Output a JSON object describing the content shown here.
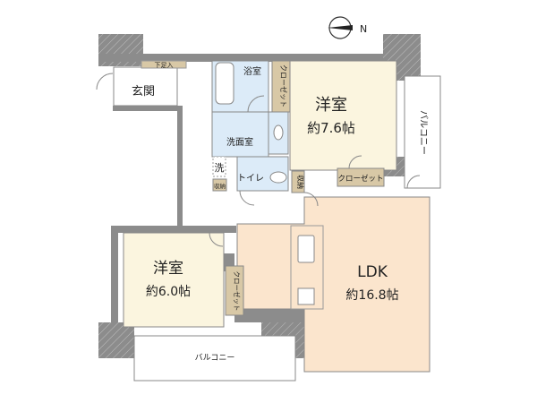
{
  "colors": {
    "wall": "#8c8c8c",
    "western_room": "#fbf5df",
    "ldk": "#fbe5cd",
    "wet_area": "#dcebf8",
    "closet": "#d8c8a6",
    "balcony": "#ffffff"
  },
  "compass": {
    "label": "N",
    "icon": "compass-icon"
  },
  "rooms": {
    "entrance": "玄関",
    "shoe_closet": "下足入",
    "bath": "浴室",
    "closet_top": "クローゼット",
    "bedroom1_name": "洋室",
    "bedroom1_size": "約7.6帖",
    "balcony_right": "バルコニー",
    "washroom": "洗面室",
    "laundry": "洗",
    "storage_left": "収納",
    "toilet": "トイレ",
    "storage_mid": "収納",
    "closet_bedroom1": "クローゼット",
    "bedroom2_name": "洋室",
    "bedroom2_size": "約6.0帖",
    "closet_bedroom2": "クローゼット",
    "ldk_name": "LDK",
    "ldk_size": "約16.8帖",
    "balcony_bottom": "バルコニー"
  }
}
